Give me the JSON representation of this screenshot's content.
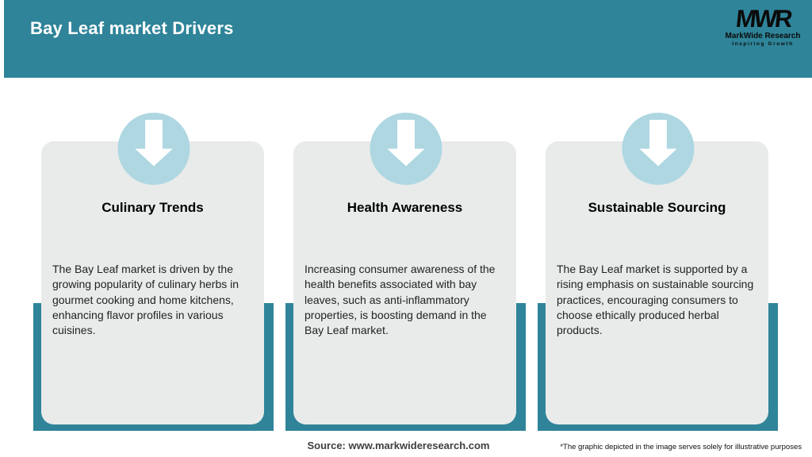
{
  "header": {
    "title": "Bay Leaf market Drivers",
    "logo": {
      "monogram": "MWR",
      "name": "MarkWide Research",
      "tagline": "Inspiring Growth"
    }
  },
  "cards": [
    {
      "icon": "arrow-down-icon",
      "title": "Culinary Trends",
      "body": "The Bay Leaf market is driven by the growing popularity of culinary herbs in gourmet cooking and home kitchens, enhancing flavor profiles in various cuisines."
    },
    {
      "icon": "arrow-down-icon",
      "title": "Health Awareness",
      "body": "Increasing consumer awareness of the health benefits associated with bay leaves, such as anti-inflammatory properties, is boosting demand in the Bay Leaf market."
    },
    {
      "icon": "arrow-down-icon",
      "title": "Sustainable Sourcing",
      "body": "The Bay Leaf market is supported by a rising emphasis on sustainable sourcing practices, encouraging consumers to choose ethically produced herbal products."
    }
  ],
  "footer": {
    "source": "Source: www.markwideresearch.com",
    "disclaimer": "*The graphic depicted in the image serves solely for illustrative purposes"
  },
  "colors": {
    "teal": "#2f8499",
    "badge_blue": "#aed7e2",
    "card_gray": "#e9ebeb",
    "title_white": "#ffffff",
    "body_text": "#222222"
  }
}
